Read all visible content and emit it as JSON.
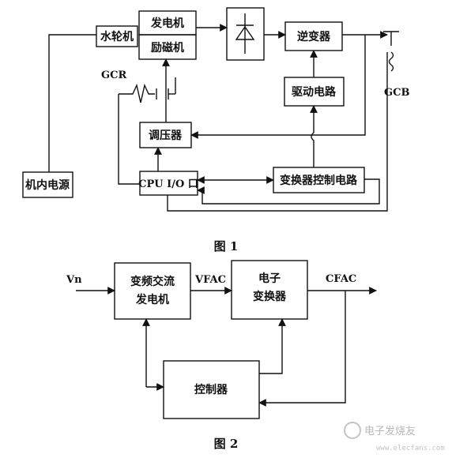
{
  "figure1": {
    "caption": "图 1",
    "blocks": {
      "turbine": "水轮机",
      "generator": "发电机",
      "exciter": "励磁机",
      "inverter": "逆变器",
      "drive_circuit": "驱动电路",
      "regulator": "调压器",
      "internal_power": "机内电源",
      "cpu_io": "CPU I/O 口",
      "converter_ctrl": "变换器控制电路"
    },
    "labels": {
      "gcr": "GCR",
      "gcb": "GCB"
    }
  },
  "figure2": {
    "caption": "图 2",
    "blocks": {
      "gen_line1": "变频交流",
      "gen_line2": "发电机",
      "conv_line1": "电子",
      "conv_line2": "变换器",
      "controller": "控制器"
    },
    "signals": {
      "input": "Vn",
      "mid": "VFAC",
      "output": "CFAC"
    }
  },
  "watermark": {
    "text": "电子发烧友",
    "url": "www.elecfans.com"
  }
}
